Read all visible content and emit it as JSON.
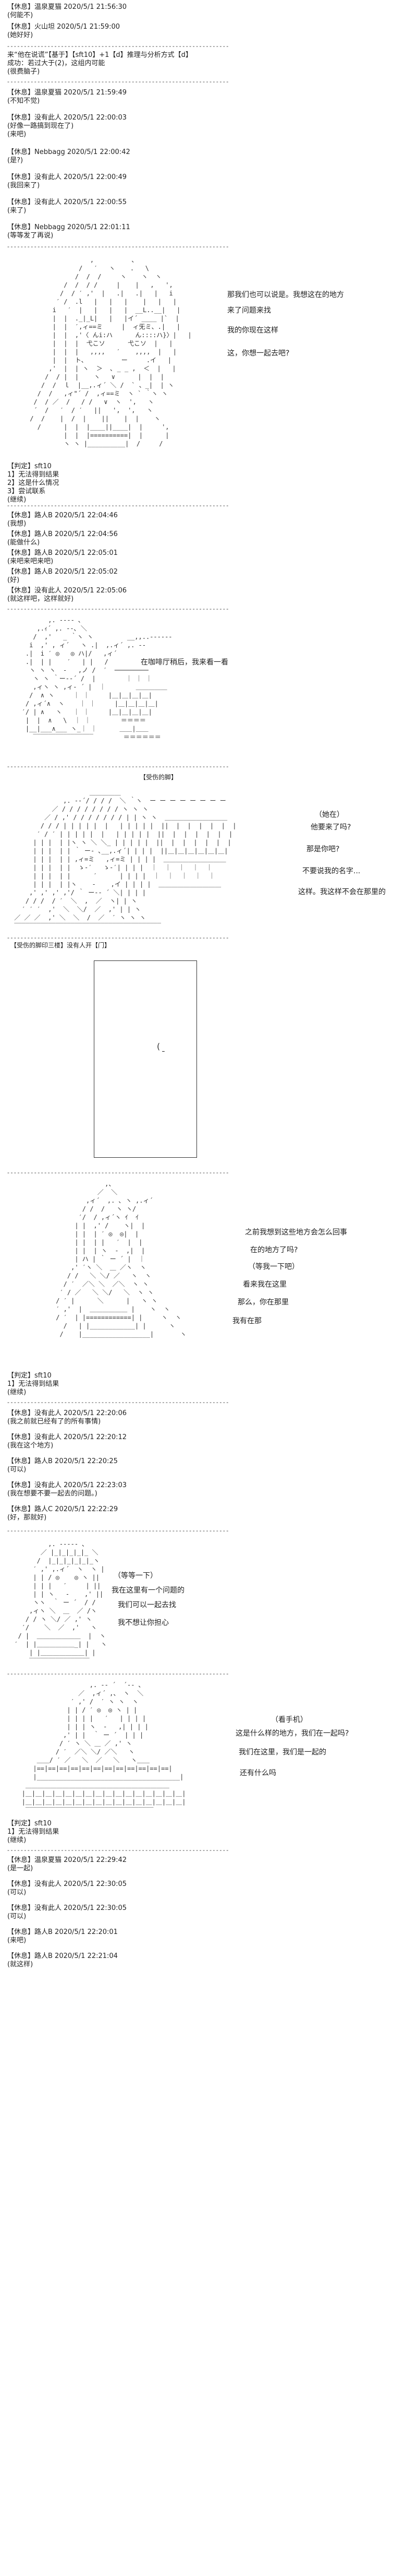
{
  "posts": [
    "【休息】温泉夏猫 2020/5/1 21:56:30\n(何能不)",
    "【休息】火山坦 2020/5/1 21:59:00\n(她好好)",
    "来“他在说谎”【基于】【sft10】+1【d】推理与分析方式【d】\n成功：若过大于(2)，这组内可能\n(很费脑子)",
    "【休息】温泉夏猫 2020/5/1 21:59:49\n(不知不觉)",
    "【休息】没有此人 2020/5/1 22:00:03\n(好像一路搞到现在了)\n(来吧)",
    "【休息】Nebbagg 2020/5/1 22:00:42\n(是?)",
    "【休息】没有此人 2020/5/1 22:00:49\n(我回来了)",
    "【休息】没有此人 2020/5/1 22:00:55\n(来了)",
    "【休息】Nebbagg 2020/5/1 22:01:11\n(等等发了再说)"
  ],
  "scene1": {
    "lines": [
      "那我们也可以说是。我想这在的地方",
      "来了问题来找",
      "我的你现在这样",
      "这，你想一起去吧?"
    ],
    "narration": "【判定】sft10\n1】无法得到结果\n2】这是什么情况\n3】尝试联系\n(继续)"
  },
  "posts2": [
    "【休息】路人B 2020/5/1 22:04:46\n(我想)",
    "【休息】路人B 2020/5/1 22:04:56\n(能做什么)",
    "【休息】路人B 2020/5/1 22:05:01\n(来吧来吧来吧)",
    "【休息】路人B 2020/5/1 22:05:02\n(好)",
    "【休息】没有此人 2020/5/1 22:05:06\n(就这样吧，这样就好)"
  ],
  "scene2": {
    "line": "在咖啡厅稍后，我来看一看"
  },
  "scene3": {
    "label": "【受伤的脚】",
    "lines": [
      "（她在）",
      "他要来了吗?",
      "那是你吧?",
      "不要说我的名字...",
      "这样。我这样不会在那里的"
    ]
  },
  "scene4": {
    "label": "【受伤的脚印三楼】没有人开【门】"
  },
  "scene5": {
    "lines": [
      "之前我想到这些地方会怎么回事",
      "在的地方了吗?",
      "（等我一下吧）",
      "看来我在这里",
      "那么，你在那里",
      "我有在那"
    ],
    "narration": "【判定】sft10\n1】无法得到结果\n(继续)"
  },
  "posts3": [
    "【休息】没有此人 2020/5/1 22:20:06\n(我之前就已经有了的所有事情)",
    "【休息】没有此人 2020/5/1 22:20:12\n(我在这个地方)",
    "【休息】路人B 2020/5/1 22:20:25\n(可以)",
    "【休息】没有此人 2020/5/1 22:23:03\n(我在想要不要一起去的问题。)",
    "【休息】路人C 2020/5/1 22:22:29\n(好，那就好)"
  ],
  "scene6": {
    "lines": [
      "（等等一下）",
      "我在这里有一个问题的",
      "我们可以一起去找",
      "我不想让你担心"
    ]
  },
  "scene7": {
    "lines": [
      "（看手机）",
      "这是什么样的地方，我们在一起吗?",
      "我们在这里，我们是一起的",
      "还有什么吗"
    ],
    "narration": "【判定】sft10\n1】无法得到结果\n(继续)"
  },
  "posts4": [
    "【休息】温泉夏猫 2020/5/1 22:29:42\n(是一起)",
    "【休息】没有此人 2020/5/1 22:30:05\n(可以)",
    "【休息】没有此人 2020/5/1 22:30:05\n(可以)",
    "【休息】路人B 2020/5/1 22:20:01\n(来吧)",
    "【休息】路人B 2020/5/1 22:21:04\n(就这样)"
  ]
}
